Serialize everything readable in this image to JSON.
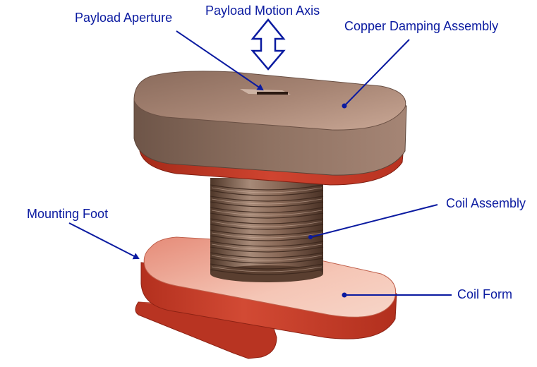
{
  "labels": {
    "payload_aperture": "Payload Aperture",
    "payload_motion_axis": "Payload Motion Axis",
    "copper_damping_assembly": "Copper Damping  Assembly",
    "mounting_foot": "Mounting Foot",
    "coil_assembly": "Coil Assembly",
    "coil_form": "Coil Form"
  },
  "colors": {
    "label_text": "#0a1aa0",
    "leader_line": "#0a1aa0",
    "copper_block": "#8e6f5e",
    "coil_form_red": "#c8402c",
    "coil_form_top": "#f2b7a5",
    "coil_winding": "#7a5a48"
  }
}
